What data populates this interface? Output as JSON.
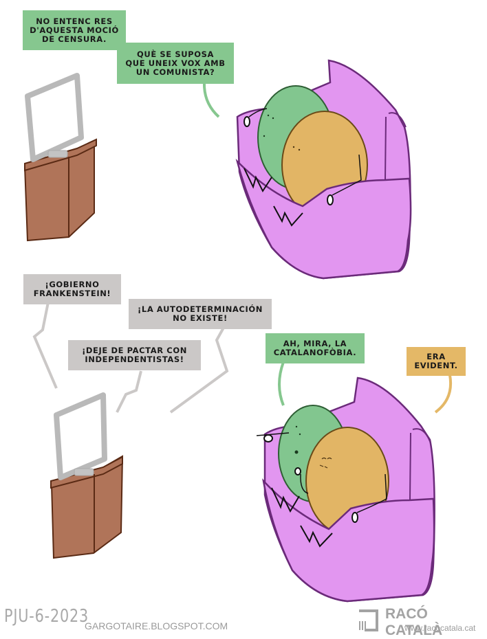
{
  "comic": {
    "panel1": {
      "bubbles": [
        {
          "speaker": "green-character",
          "text": "NO ENTENC RES\nD'AQUESTA MOCIÓ\nDE CENSURA."
        },
        {
          "speaker": "green-character",
          "text": "QUÈ SE SUPOSA\nQUE UNEIX VOX AMB\nUN COMUNISTA?"
        }
      ]
    },
    "panel2": {
      "bubbles": [
        {
          "speaker": "tv",
          "text": "¡GOBIERNO\nFRANKENSTEIN!"
        },
        {
          "speaker": "tv",
          "text": "¡LA AUTODETERMINACIÓN\nNO EXISTE!"
        },
        {
          "speaker": "tv",
          "text": "¡DEJE DE PACTAR CON\nINDEPENDENTISTAS!"
        },
        {
          "speaker": "green-character",
          "text": "AH, MIRA, LA\nCATALANOFÒBIA."
        },
        {
          "speaker": "orange-character",
          "text": "ERA\nEVIDENT."
        }
      ]
    }
  },
  "colors": {
    "green_bubble": "#86c78f",
    "gray_bubble": "#cbc8c7",
    "orange_bubble": "#e4b867",
    "sofa": "#e296f0",
    "sofa_outline": "#6b2a7a",
    "green_char": "#82c68f",
    "orange_char": "#e2b565",
    "tv_stand": "#b07459"
  },
  "footer": {
    "signature": "PJU-6-2023",
    "blog": "GARGOTAIRE.BLOGSPOT.COM",
    "publisher_name": "RACÓ CATALÀ",
    "publisher_url": "www.racocatala.cat"
  }
}
